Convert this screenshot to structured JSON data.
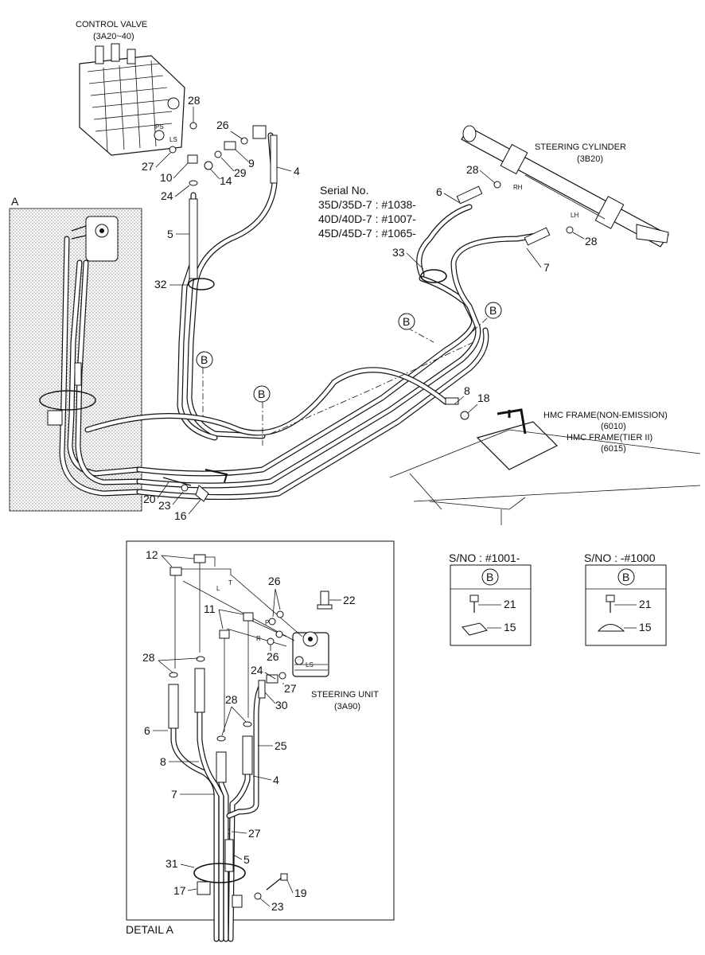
{
  "callouts": {
    "control_valve": "CONTROL VALVE",
    "control_valve_ref": "(3A20~40)",
    "steering_cylinder": "STEERING CYLINDER",
    "steering_cylinder_ref": "(3B20)",
    "serial_heading": "Serial No.",
    "serial_1": "35D/35D-7 : #1038-",
    "serial_2": "40D/40D-7 : #1007-",
    "serial_3": "45D/45D-7 : #1065-",
    "frame_1": "HMC FRAME(NON-EMISSION)",
    "frame_1_ref": "(6010)",
    "frame_2": "HMC FRAME(TIER II)",
    "frame_2_ref": "(6015)",
    "steering_unit": "STEERING UNIT",
    "steering_unit_ref": "(3A90)",
    "view_a": "A",
    "detail_a": "DETAIL A",
    "snote_left": "S/NO : #1001-",
    "snote_right": "S/NO : -#1000",
    "section_b": "B"
  },
  "port_marks": {
    "ps": "PS",
    "ls": "LS",
    "rh": "RH",
    "lh": "LH",
    "t": "T",
    "l": "L",
    "p": "P",
    "r": "R",
    "ls_unit": "LS"
  },
  "part_numbers": {
    "p28a": "28",
    "p26a": "26",
    "p27a": "27",
    "p10": "10",
    "p29": "29",
    "p9": "9",
    "p14": "14",
    "p24a": "24",
    "p4a": "4",
    "p5a": "5",
    "p32": "32",
    "p28b": "28",
    "p6a": "6",
    "p28c": "28",
    "p33": "33",
    "p7a": "7",
    "p8a": "8",
    "p18": "18",
    "p20": "20",
    "p23a": "23",
    "p16": "16",
    "p12": "12",
    "p26b": "26",
    "p22": "22",
    "p11": "11",
    "p26c": "26",
    "p28d": "28",
    "p24b": "24",
    "p27b": "27",
    "p30": "30",
    "p28e": "28",
    "p25": "25",
    "p6b": "6",
    "p8b": "8",
    "p4b": "4",
    "p7b": "7",
    "p27c": "27",
    "p31": "31",
    "p5b": "5",
    "p17": "17",
    "p19": "19",
    "p23b": "23",
    "p21a": "21",
    "p15a": "15",
    "p21b": "21",
    "p15b": "15"
  }
}
